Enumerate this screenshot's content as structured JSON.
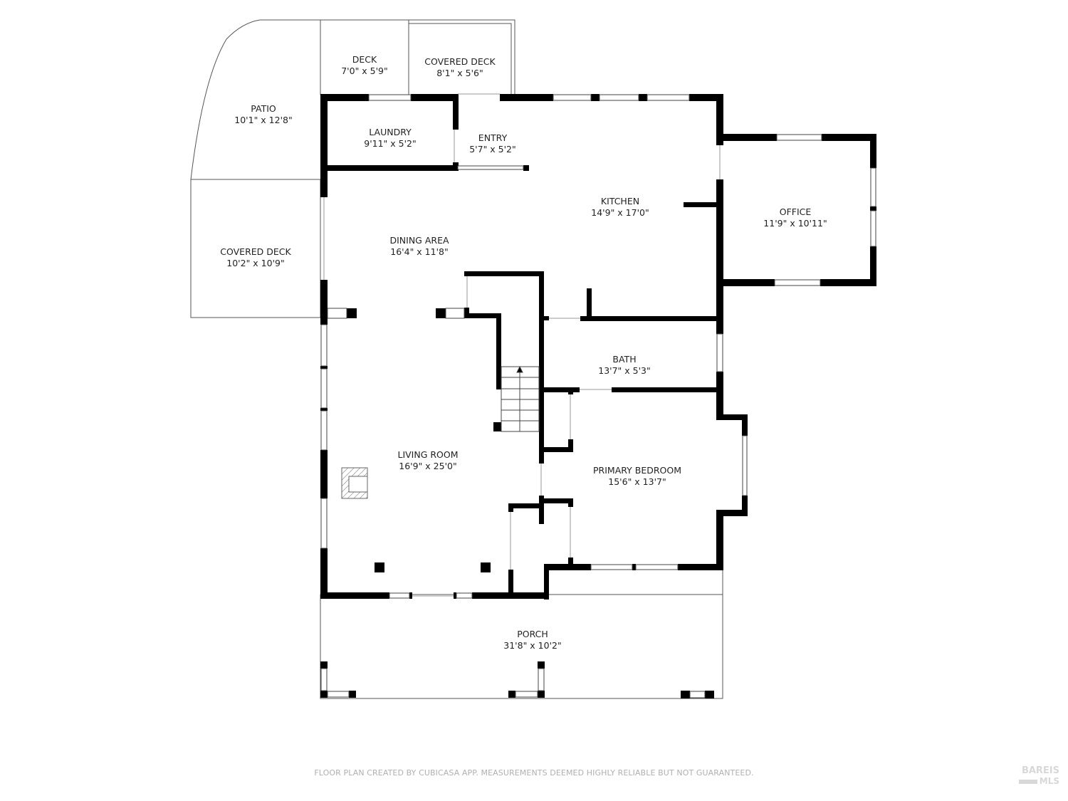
{
  "rooms": {
    "patio": {
      "name": "PATIO",
      "dims": "10'1\" x 12'8\""
    },
    "deck": {
      "name": "DECK",
      "dims": "7'0\" x 5'9\""
    },
    "covered_deck_top": {
      "name": "COVERED DECK",
      "dims": "8'1\" x 5'6\""
    },
    "laundry": {
      "name": "LAUNDRY",
      "dims": "9'11\" x 5'2\""
    },
    "entry": {
      "name": "ENTRY",
      "dims": "5'7\" x 5'2\""
    },
    "kitchen": {
      "name": "KITCHEN",
      "dims": "14'9\" x 17'0\""
    },
    "office": {
      "name": "OFFICE",
      "dims": "11'9\" x 10'11\""
    },
    "covered_deck_left": {
      "name": "COVERED DECK",
      "dims": "10'2\" x 10'9\""
    },
    "dining_area": {
      "name": "DINING AREA",
      "dims": "16'4\" x 11'8\""
    },
    "bath": {
      "name": "BATH",
      "dims": "13'7\" x 5'3\""
    },
    "living_room": {
      "name": "LIVING ROOM",
      "dims": "16'9\" x 25'0\""
    },
    "primary_bedroom": {
      "name": "PRIMARY BEDROOM",
      "dims": "15'6\" x 13'7\""
    },
    "porch": {
      "name": "PORCH",
      "dims": "31'8\" x 10'2\""
    }
  },
  "footer": {
    "disclaimer": "FLOOR PLAN CREATED BY CUBICASA APP. MEASUREMENTS DEEMED HIGHLY RELIABLE BUT NOT GUARANTEED.",
    "logo_line1": "BAREIS",
    "logo_line2": "MLS"
  },
  "colors": {
    "wall": "#000000",
    "outline": "#555555",
    "text": "#222222",
    "footer_text": "#b0b0b0"
  }
}
